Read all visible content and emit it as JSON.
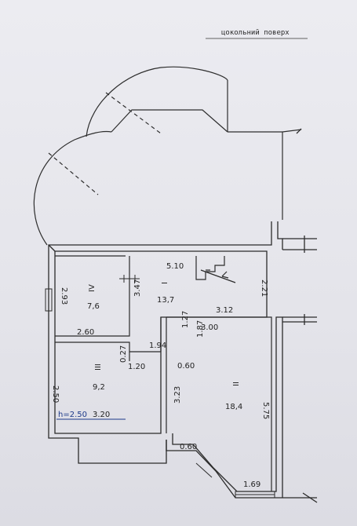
{
  "title": "цокольний поверх",
  "rooms": [
    {
      "id": "IV",
      "numeral": "IV",
      "area": "7,6"
    },
    {
      "id": "I",
      "numeral": "I",
      "area": "13,7"
    },
    {
      "id": "II",
      "numeral": "II",
      "area": "18,4"
    },
    {
      "id": "III",
      "numeral": "III",
      "area": "9,2"
    }
  ],
  "dimensions": {
    "d_5_10": "5.10",
    "d_2_93": "2.93",
    "d_3_47": "3.47",
    "d_2_21": "2.21",
    "d_3_12": "3.12",
    "d_2_60": "2.60",
    "d_1_27": "1.27",
    "d_1_87": "1.87",
    "d_3_00": "3.00",
    "d_0_27": "0.27",
    "d_1_94": "1.94",
    "d_2_50": "2.50",
    "d_1_20": "1.20",
    "d_0_60_top": "0.60",
    "d_3_23": "3.23",
    "d_5_75": "5.75",
    "height": "h=2.50",
    "d_3_20": "3.20",
    "d_0_60_bottom": "0.60",
    "d_1_69": "1.69"
  },
  "colors": {
    "ink": "#2b2b2b",
    "paper": "#e9e9ee",
    "note_ink": "#1d3a8a"
  }
}
